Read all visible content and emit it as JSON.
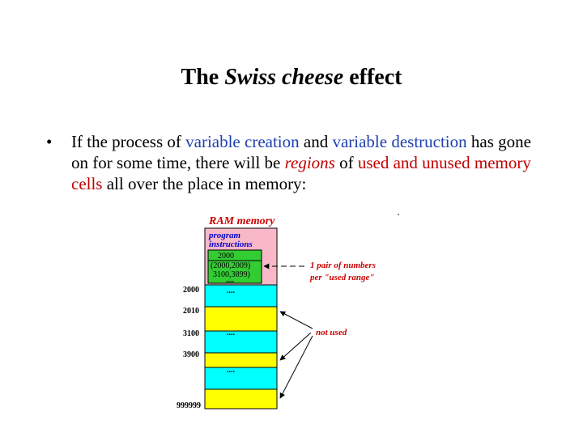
{
  "title": {
    "part1": "The ",
    "part2": "Swiss cheese",
    "part3": " effect"
  },
  "bullet": {
    "marker": "•",
    "segments": [
      {
        "text": "If the process of ",
        "style": "plain"
      },
      {
        "text": "variable creation",
        "style": "blue"
      },
      {
        "text": " and ",
        "style": "plain"
      },
      {
        "text": "variable destruction",
        "style": "blue"
      },
      {
        "text": " has gone on for some time, there will be ",
        "style": "plain"
      },
      {
        "text": "regions",
        "style": "red-italic"
      },
      {
        "text": " of ",
        "style": "plain"
      },
      {
        "text": "used and unused memory cells",
        "style": "red"
      },
      {
        "text": " all over the place in memory:",
        "style": "plain"
      }
    ]
  },
  "diagram": {
    "header": "RAM memory",
    "program_line1": "program",
    "program_line2": "instructions",
    "green_value": "2000",
    "pair1": "(2000,2009)",
    "pair2": "3100,3899)",
    "pink_dots": "....",
    "address_labels": [
      "2000",
      "2010",
      "3100",
      "3900",
      "999999"
    ],
    "block_dots": [
      "....",
      "....",
      "...."
    ],
    "annotation_pair_line1": "1 pair of numbers",
    "annotation_pair_line2": "per \"used range\"",
    "annotation_not_used": "not used",
    "colors": {
      "pink": "#f8b8c8",
      "green": "#33cc33",
      "cyan": "#00ffff",
      "yellow": "#ffff00",
      "annotation_red": "#cc0000",
      "annotation_blue": "#0000cc"
    }
  }
}
